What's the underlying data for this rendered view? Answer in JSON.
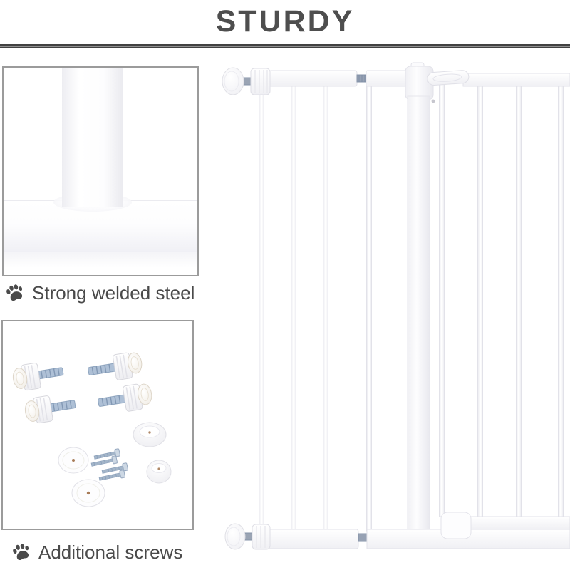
{
  "title": "STURDY",
  "theme": {
    "text_color": "#4a4a4a",
    "rule_color": "#424242",
    "frame_border_color": "#9b9b9b",
    "gate_white": "#ffffff",
    "gate_edge": "#e2e2e9",
    "metal_blue": "#a8bcd4"
  },
  "features": [
    {
      "icon": "paw-icon",
      "caption": "Strong welded steel",
      "image": "welded-steel-joint-closeup"
    },
    {
      "icon": "paw-icon",
      "caption": "Additional screws",
      "image": "mounting-hardware-kit"
    }
  ],
  "product_image": "white-pressure-mounted-pet-gate"
}
